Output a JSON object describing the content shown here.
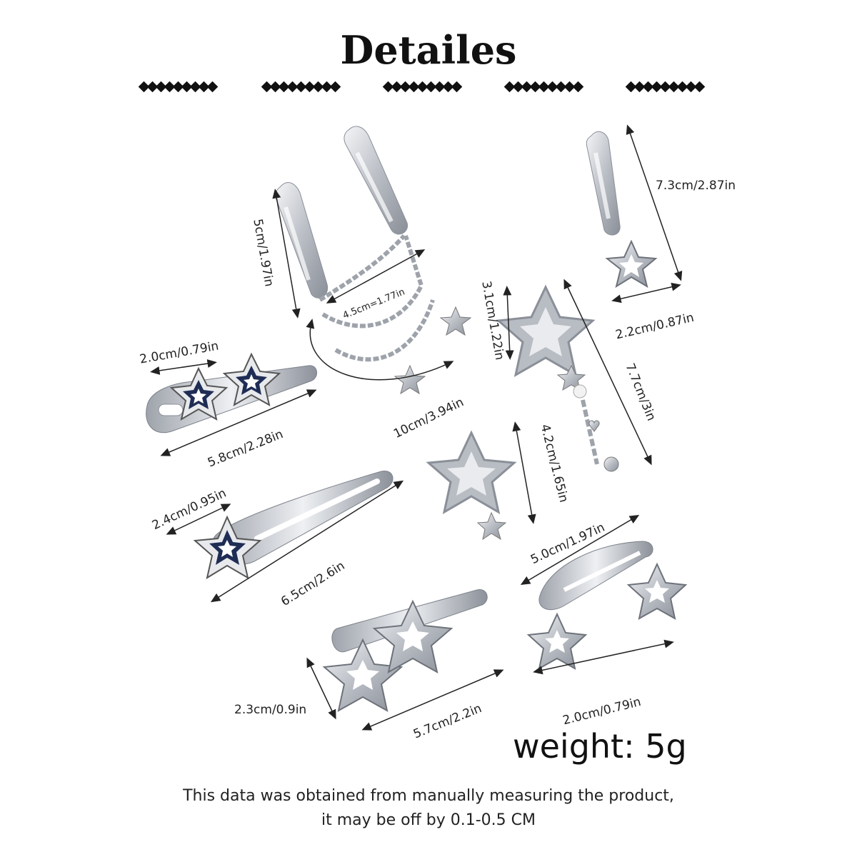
{
  "title": "Detailes",
  "dimensions": {
    "d1": "5cm/1.97in",
    "d2": "4.5cm=1.77in",
    "d3": "10cm/3.94in",
    "d4": "7.3cm/2.87in",
    "d5": "2.2cm/0.87in",
    "d6": "3.1cm/1.22in",
    "d7": "7.7cm/3in",
    "d8": "2.0cm/0.79in",
    "d9": "5.8cm/2.28in",
    "d10": "2.4cm/0.95in",
    "d11": "6.5cm/2.6in",
    "d12": "4.2cm/1.65in",
    "d13": "5.0cm/1.97in",
    "d14": "2.3cm/0.9in",
    "d15": "5.7cm/2.2in",
    "d16": "2.0cm/0.79in"
  },
  "weight": "weight: 5g",
  "note_line1": "This data was obtained from manually measuring the product,",
  "note_line2": "it may be off by 0.1-0.5 CM",
  "colors": {
    "silver": "#c9ccd1",
    "navy": "#1f2d55",
    "text": "#222222"
  }
}
